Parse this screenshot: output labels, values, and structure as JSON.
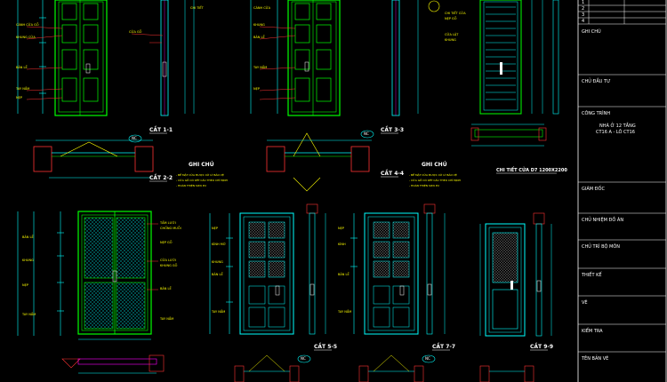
{
  "drawing": {
    "sections": [
      {
        "id": "cat-1-1",
        "label": "CẮT 1-1"
      },
      {
        "id": "cat-2-2",
        "label": "CẮT 2-2"
      },
      {
        "id": "cat-3-3",
        "label": "CẮT 3-3"
      },
      {
        "id": "cat-4-4",
        "label": "CẮT 4-4"
      },
      {
        "id": "cat-5-5",
        "label": "CẮT 5-5"
      },
      {
        "id": "cat-7-7",
        "label": "CẮT 7-7"
      },
      {
        "id": "cat-9-9",
        "label": "CẮT 9-9"
      }
    ],
    "notes_title_left": "GHI CHÚ",
    "notes_title_right": "GHI CHÚ",
    "detail_title": "CHI TIẾT CỬA D7 1200X2200",
    "nc_tag": "NC"
  },
  "title_block": {
    "rows_numbers": [
      "1",
      "2",
      "3",
      "4"
    ],
    "ghi_chu": "GHI CHÚ",
    "chu_dau_tu": "CHỦ ĐẦU TƯ",
    "cong_trinh": "CÔNG TRÌNH",
    "project_line1": "NHÀ Ở 12 TẦNG",
    "project_line2": "CT16 A - LÔ CT16",
    "giam_doc": "GIÁM ĐỐC",
    "chu_nhiem_do_an": "CHỦ NHIỆM ĐỒ ÁN",
    "chu_tri_bo_mon": "CHỦ TRÌ BỘ MÔN",
    "thiet_ke": "THIẾT KẾ",
    "ve": "VẼ",
    "kiem_tra": "KIỂM TRA",
    "ten_ban_ve": "TÊN BẢN VẼ"
  },
  "colors": {
    "background": "#000000",
    "door_outline": "#00ff00",
    "door_panel": "#00ffff",
    "dimension": "#00ffff",
    "text_yellow": "#ffff00",
    "text_red": "#ff3333",
    "magenta": "#ff00ff",
    "white": "#ffffff",
    "blue": "#3366ff"
  }
}
